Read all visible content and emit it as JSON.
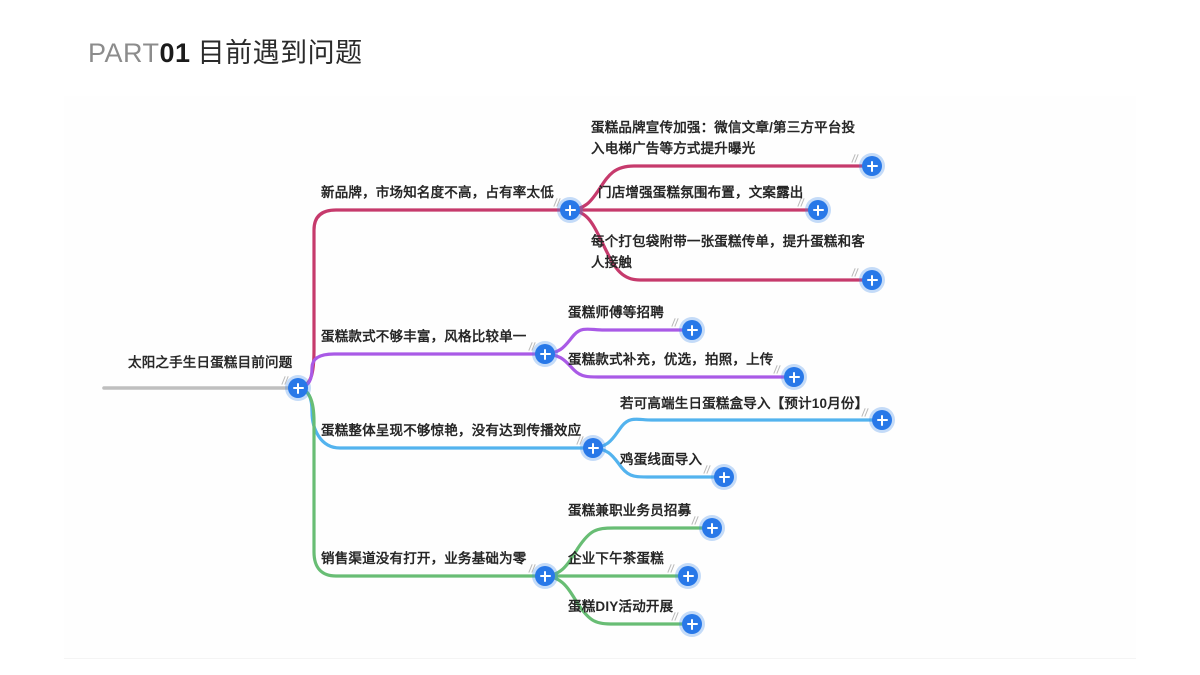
{
  "slide": {
    "title_part": "PART",
    "title_num": "01",
    "title_subject": "目前遇到问题"
  },
  "colors": {
    "branch_crimson": "#c63a6c",
    "branch_purple": "#a95ae6",
    "branch_blue": "#53b3ee",
    "branch_green": "#68bd74",
    "root_line": "#bfbfbf",
    "plus_button": "#2878e8",
    "plus_halo": "#408ceb",
    "text": "#262626",
    "title_gray": "#8c8c8c",
    "title_black": "#1b1b1b"
  },
  "mindmap": {
    "root": {
      "label": "太阳之手生日蛋糕目前问题"
    },
    "branches": [
      {
        "label": "新品牌，市场知名度不高，占有率太低",
        "color_key": "branch_crimson",
        "children": [
          {
            "label": "蛋糕品牌宣传加强：微信文章/第三方平台投\n入电梯广告等方式提升曝光"
          },
          {
            "label": "门店增强蛋糕氛围布置，文案露出"
          },
          {
            "label": "每个打包袋附带一张蛋糕传单，提升蛋糕和客\n人接触"
          }
        ]
      },
      {
        "label": "蛋糕款式不够丰富，风格比较单一",
        "color_key": "branch_purple",
        "children": [
          {
            "label": "蛋糕师傅等招聘"
          },
          {
            "label": "蛋糕款式补充，优选，拍照，上传"
          }
        ]
      },
      {
        "label": "蛋糕整体呈现不够惊艳，没有达到传播效应",
        "color_key": "branch_blue",
        "children": [
          {
            "label": "若可高端生日蛋糕盒导入【预计10月份】"
          },
          {
            "label": "鸡蛋线面导入"
          }
        ]
      },
      {
        "label": "销售渠道没有打开，业务基础为零",
        "color_key": "branch_green",
        "children": [
          {
            "label": "蛋糕兼职业务员招募"
          },
          {
            "label": "企业下午茶蛋糕"
          },
          {
            "label": "蛋糕DIY活动开展"
          }
        ]
      }
    ],
    "expand_buttons": [
      {
        "name": "expand-root"
      },
      {
        "name": "expand-branch-1"
      },
      {
        "name": "expand-branch-2"
      },
      {
        "name": "expand-branch-3"
      },
      {
        "name": "expand-branch-4"
      },
      {
        "name": "expand-leaf-1-1"
      },
      {
        "name": "expand-leaf-1-2"
      },
      {
        "name": "expand-leaf-1-3"
      },
      {
        "name": "expand-leaf-2-1"
      },
      {
        "name": "expand-leaf-2-2"
      },
      {
        "name": "expand-leaf-3-1"
      },
      {
        "name": "expand-leaf-3-2"
      },
      {
        "name": "expand-leaf-4-1"
      },
      {
        "name": "expand-leaf-4-2"
      },
      {
        "name": "expand-leaf-4-3"
      }
    ]
  }
}
